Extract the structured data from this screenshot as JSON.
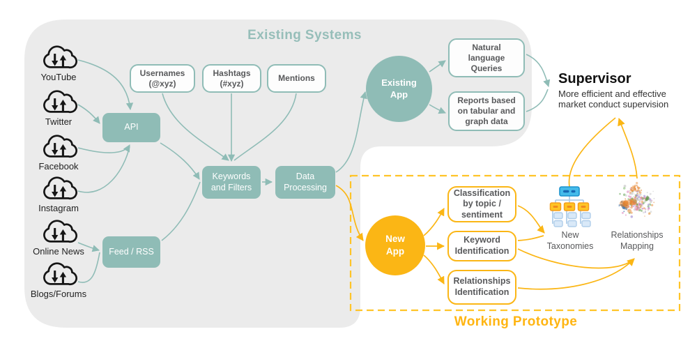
{
  "palette": {
    "teal": "#8FBCB6",
    "teal_title": "#96BEB9",
    "yellow": "#FBB615",
    "yellow_dashed": "#FFC428",
    "dark_text": "#58595B",
    "blob_gray": "#EBEBEB"
  },
  "existing_systems": {
    "title": "Existing Systems",
    "sources": [
      {
        "label": "YouTube"
      },
      {
        "label": "Twitter"
      },
      {
        "label": "Facebook"
      },
      {
        "label": "Instagram"
      },
      {
        "label": "Online News"
      },
      {
        "label": "Blogs/Forums"
      }
    ],
    "api": "API",
    "feed_rss": "Feed / RSS",
    "usernames": "Usernames\n(@xyz)",
    "hashtags": "Hashtags\n(#xyz)",
    "mentions": "Mentions",
    "keywords_filters": "Keywords\nand Filters",
    "data_processing": "Data\nProcessing",
    "existing_app": "Existing\nApp",
    "natural_language_queries": "Natural\nlanguage\nQueries",
    "reports": "Reports based\non tabular and\ngraph data"
  },
  "supervisor": {
    "title": "Supervisor",
    "subtitle": "More efficient and effective\nmarket conduct supervision"
  },
  "working_prototype": {
    "title": "Working Prototype",
    "new_app": "New\nApp",
    "classification": "Classification\nby topic /\nsentiment",
    "keyword_identification": "Keyword\nIdentification",
    "relationships_identification": "Relationships\nIdentification",
    "new_taxonomies": "New\nTaxonomies",
    "relationships_mapping": "Relationships\nMapping"
  }
}
